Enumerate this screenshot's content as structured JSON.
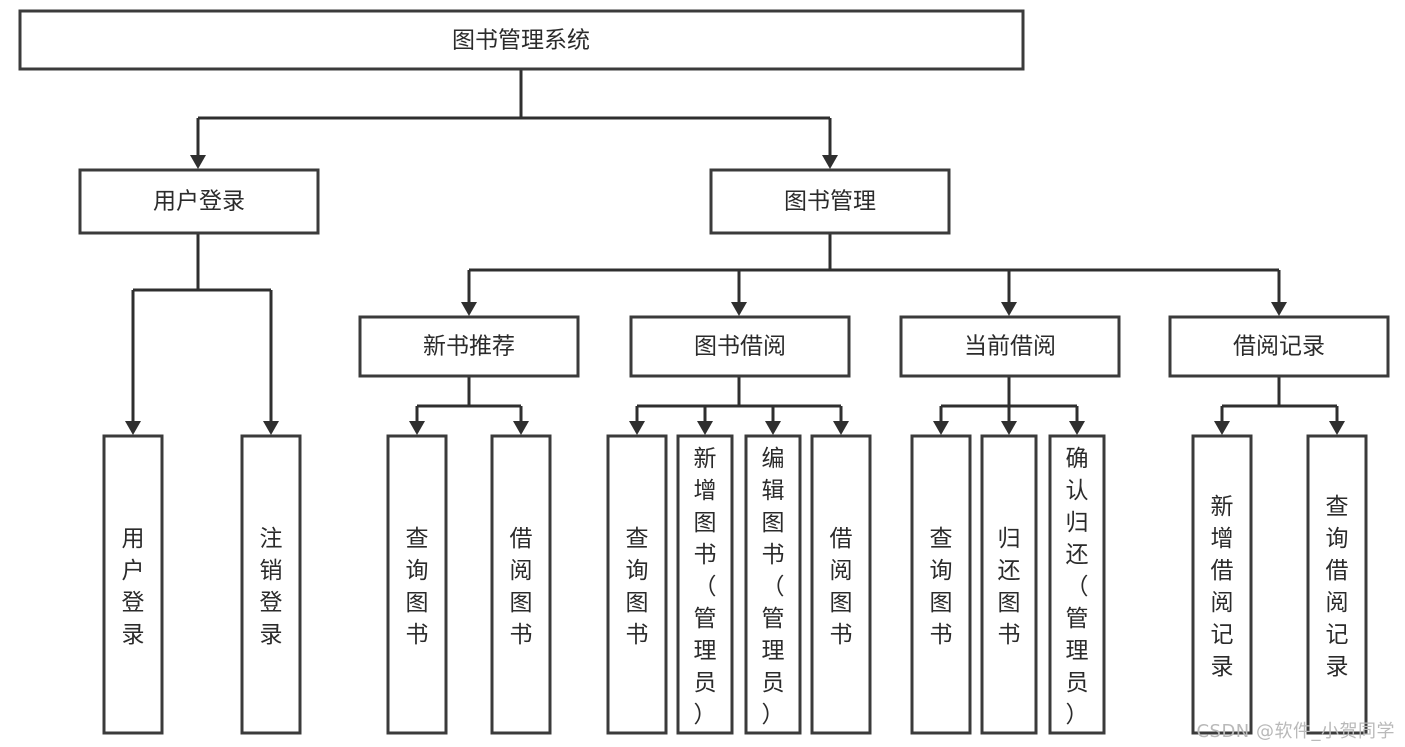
{
  "diagram": {
    "title": "图书管理系统",
    "type": "tree-hierarchy-chart",
    "root": {
      "id": "root",
      "label": "图书管理系统",
      "orientation": "horizontal"
    },
    "level2": [
      {
        "id": "user-login",
        "label": "用户登录",
        "orientation": "horizontal"
      },
      {
        "id": "book-manage",
        "label": "图书管理",
        "orientation": "horizontal"
      }
    ],
    "level3": [
      {
        "id": "new-book-recommend",
        "label": "新书推荐",
        "orientation": "horizontal",
        "parent": "book-manage"
      },
      {
        "id": "book-borrow",
        "label": "图书借阅",
        "orientation": "horizontal",
        "parent": "book-manage"
      },
      {
        "id": "current-borrow",
        "label": "当前借阅",
        "orientation": "horizontal",
        "parent": "book-manage"
      },
      {
        "id": "borrow-record",
        "label": "借阅记录",
        "orientation": "horizontal",
        "parent": "book-manage"
      }
    ],
    "leaves": {
      "user-login": [
        {
          "id": "leaf-user-login",
          "label": "用户登录",
          "orientation": "vertical"
        },
        {
          "id": "leaf-user-logout",
          "label": "注销登录",
          "orientation": "vertical"
        }
      ],
      "new-book-recommend": [
        {
          "id": "leaf-query-book-1",
          "label": "查询图书",
          "orientation": "vertical"
        },
        {
          "id": "leaf-borrow-book-1",
          "label": "借阅图书",
          "orientation": "vertical"
        }
      ],
      "book-borrow": [
        {
          "id": "leaf-query-book-2",
          "label": "查询图书",
          "orientation": "vertical"
        },
        {
          "id": "leaf-add-book",
          "label": "新增图书（管理员）",
          "orientation": "vertical"
        },
        {
          "id": "leaf-edit-book",
          "label": "编辑图书（管理员）",
          "orientation": "vertical"
        },
        {
          "id": "leaf-borrow-book-2",
          "label": "借阅图书",
          "orientation": "vertical"
        }
      ],
      "current-borrow": [
        {
          "id": "leaf-query-book-3",
          "label": "查询图书",
          "orientation": "vertical"
        },
        {
          "id": "leaf-return-book",
          "label": "归还图书",
          "orientation": "vertical"
        },
        {
          "id": "leaf-confirm-return",
          "label": "确认归还（管理员）",
          "orientation": "vertical"
        }
      ],
      "borrow-record": [
        {
          "id": "leaf-add-record",
          "label": "新增借阅记录",
          "orientation": "vertical"
        },
        {
          "id": "leaf-query-record",
          "label": "查询借阅记录",
          "orientation": "vertical"
        }
      ]
    },
    "colors": {
      "box_stroke": "#3b3b3b",
      "box_fill": "#ffffff",
      "line": "#2f2f2f",
      "text": "#2b2b2b",
      "background": "#ffffff",
      "watermark": "#b9b9b9"
    }
  },
  "watermark": {
    "text": "CSDN @软件_小贺同学"
  }
}
